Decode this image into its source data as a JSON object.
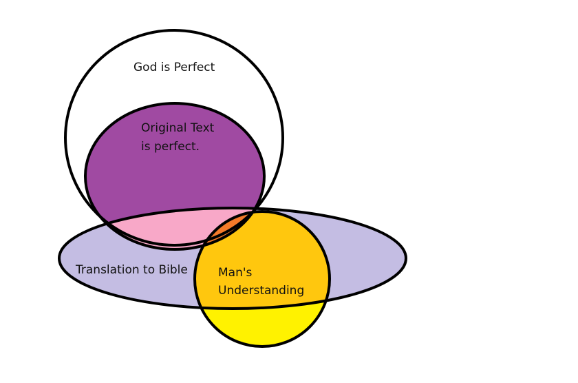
{
  "diagram": {
    "labels": {
      "god": "God is Perfect",
      "original_line1": "Original Text",
      "original_line2": "is perfect.",
      "translation": "Translation to Bible",
      "man_line1": "Man's",
      "man_line2": "Understanding"
    },
    "colors": {
      "god_fill": "#ffffff",
      "original_fill": "#a04aa2",
      "translation_fill": "#c4bde3",
      "original_translation_overlap": "#f8a8c8",
      "man_fill": "#fff200",
      "man_translation_overlap": "#ffc70e",
      "triple_overlap": "#f47a2a",
      "outline": "#000000"
    }
  }
}
